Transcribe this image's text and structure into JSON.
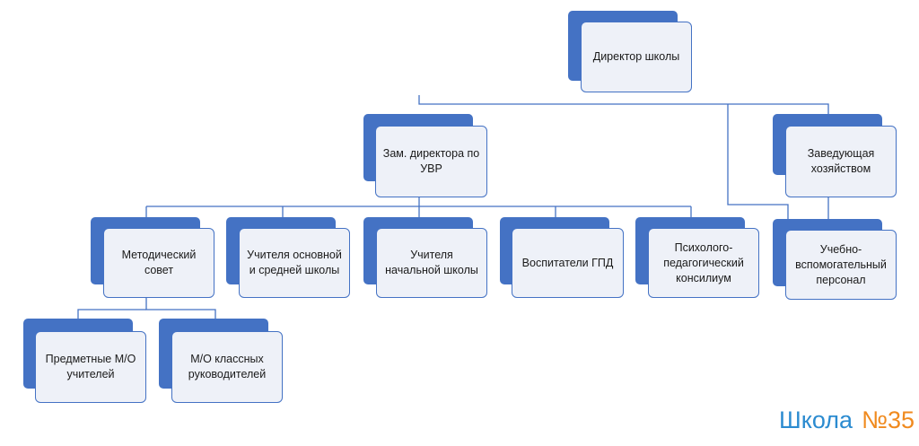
{
  "nodes": [
    {
      "id": "director",
      "label": "Директор школы"
    },
    {
      "id": "deputy",
      "label": "Зам. директора по УВР"
    },
    {
      "id": "housekeeper",
      "label": "Заведующая хозяйством"
    },
    {
      "id": "method-council",
      "label": "Методический совет"
    },
    {
      "id": "teachers-main",
      "label": "Учителя основной и средней школы"
    },
    {
      "id": "teachers-primary",
      "label": "Учителя начальной школы"
    },
    {
      "id": "gpd",
      "label": "Воспитатели ГПД"
    },
    {
      "id": "psych",
      "label": "Психолого-педагогический консилиум"
    },
    {
      "id": "support-staff",
      "label": "Учебно-вспомогательный персонал"
    },
    {
      "id": "subject-mo",
      "label": "Предметные М/О учителей"
    },
    {
      "id": "class-mo",
      "label": "М/О классных руководителей"
    }
  ],
  "edges": [
    [
      "director",
      "deputy"
    ],
    [
      "director",
      "housekeeper"
    ],
    [
      "director",
      "support-staff"
    ],
    [
      "deputy",
      "method-council"
    ],
    [
      "deputy",
      "teachers-main"
    ],
    [
      "deputy",
      "teachers-primary"
    ],
    [
      "deputy",
      "gpd"
    ],
    [
      "deputy",
      "psych"
    ],
    [
      "housekeeper",
      "support-staff"
    ],
    [
      "method-council",
      "subject-mo"
    ],
    [
      "method-council",
      "class-mo"
    ]
  ],
  "logo": {
    "word": "Школа",
    "number": "№35"
  },
  "colors": {
    "accent": "#4472c4",
    "box_fill": "#eef1f8",
    "logo_blue": "#2b8bd0",
    "logo_orange": "#f08a1e"
  }
}
